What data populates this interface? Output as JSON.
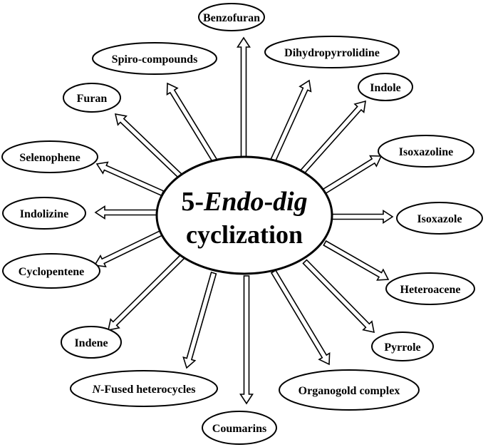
{
  "center": {
    "line1_prefix": "5-",
    "line1_italic_a": "Endo",
    "line1_dash": "-",
    "line1_italic_b": "dig",
    "line2": "cyclization"
  },
  "nodes": [
    {
      "id": "benzofuran",
      "label": "Benzofuran"
    },
    {
      "id": "dihydropyrrolidine",
      "label": "Dihydropyrrolidine"
    },
    {
      "id": "indole",
      "label": "Indole"
    },
    {
      "id": "isoxazoline",
      "label": "Isoxazoline"
    },
    {
      "id": "isoxazole",
      "label": "Isoxazole"
    },
    {
      "id": "heteroacene",
      "label": "Heteroacene"
    },
    {
      "id": "pyrrole",
      "label": "Pyrrole"
    },
    {
      "id": "organogold-complex",
      "label": "Organogold complex"
    },
    {
      "id": "coumarins",
      "label": "Coumarins"
    },
    {
      "id": "n-fused-heterocycles",
      "label": "-Fused heterocycles",
      "italic_prefix": "N"
    },
    {
      "id": "indene",
      "label": "Indene"
    },
    {
      "id": "cyclopentene",
      "label": "Cyclopentene"
    },
    {
      "id": "indolizine",
      "label": "Indolizine"
    },
    {
      "id": "selenophene",
      "label": "Selenophene"
    },
    {
      "id": "furan",
      "label": "Furan"
    },
    {
      "id": "spiro-compounds",
      "label": "Spiro-compounds"
    }
  ],
  "colors": {
    "stroke": "#000000",
    "fill": "#ffffff",
    "text": "#000000"
  }
}
